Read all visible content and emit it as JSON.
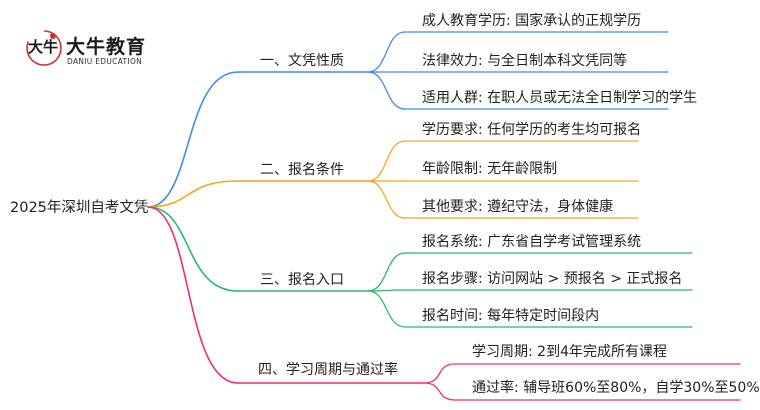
{
  "logo": {
    "name_cn": "大牛教育",
    "name_en": "DANIU EDUCATION",
    "mark_text": "大牛"
  },
  "root": {
    "label": "2025年深圳自考文凭"
  },
  "branches": [
    {
      "label": "一、文凭性质",
      "color": "#3f8de8",
      "children": [
        {
          "label": "成人教育学历: 国家承认的正规学历"
        },
        {
          "label": "法律效力: 与全日制本科文凭同等"
        },
        {
          "label": "适用人群: 在职人员或无法全日制学习的学生"
        }
      ]
    },
    {
      "label": "二、报名条件",
      "color": "#f2a81c",
      "children": [
        {
          "label": "学历要求: 任何学历的考生均可报名"
        },
        {
          "label": "年龄限制: 无年龄限制"
        },
        {
          "label": "其他要求: 遵纪守法，身体健康"
        }
      ]
    },
    {
      "label": "三、报名入口",
      "color": "#27b872",
      "children": [
        {
          "label": "报名系统: 广东省自学考试管理系统"
        },
        {
          "label": "报名步骤: 访问网站 > 预报名 > 正式报名"
        },
        {
          "label": "报名时间: 每年特定时间段内"
        }
      ]
    },
    {
      "label": "四、学习周期与通过率",
      "color": "#ea2f79",
      "children": [
        {
          "label": "学习周期: 2到4年完成所有课程"
        },
        {
          "label": "通过率: 辅导班60%至80%，自学30%至50%"
        }
      ]
    }
  ]
}
